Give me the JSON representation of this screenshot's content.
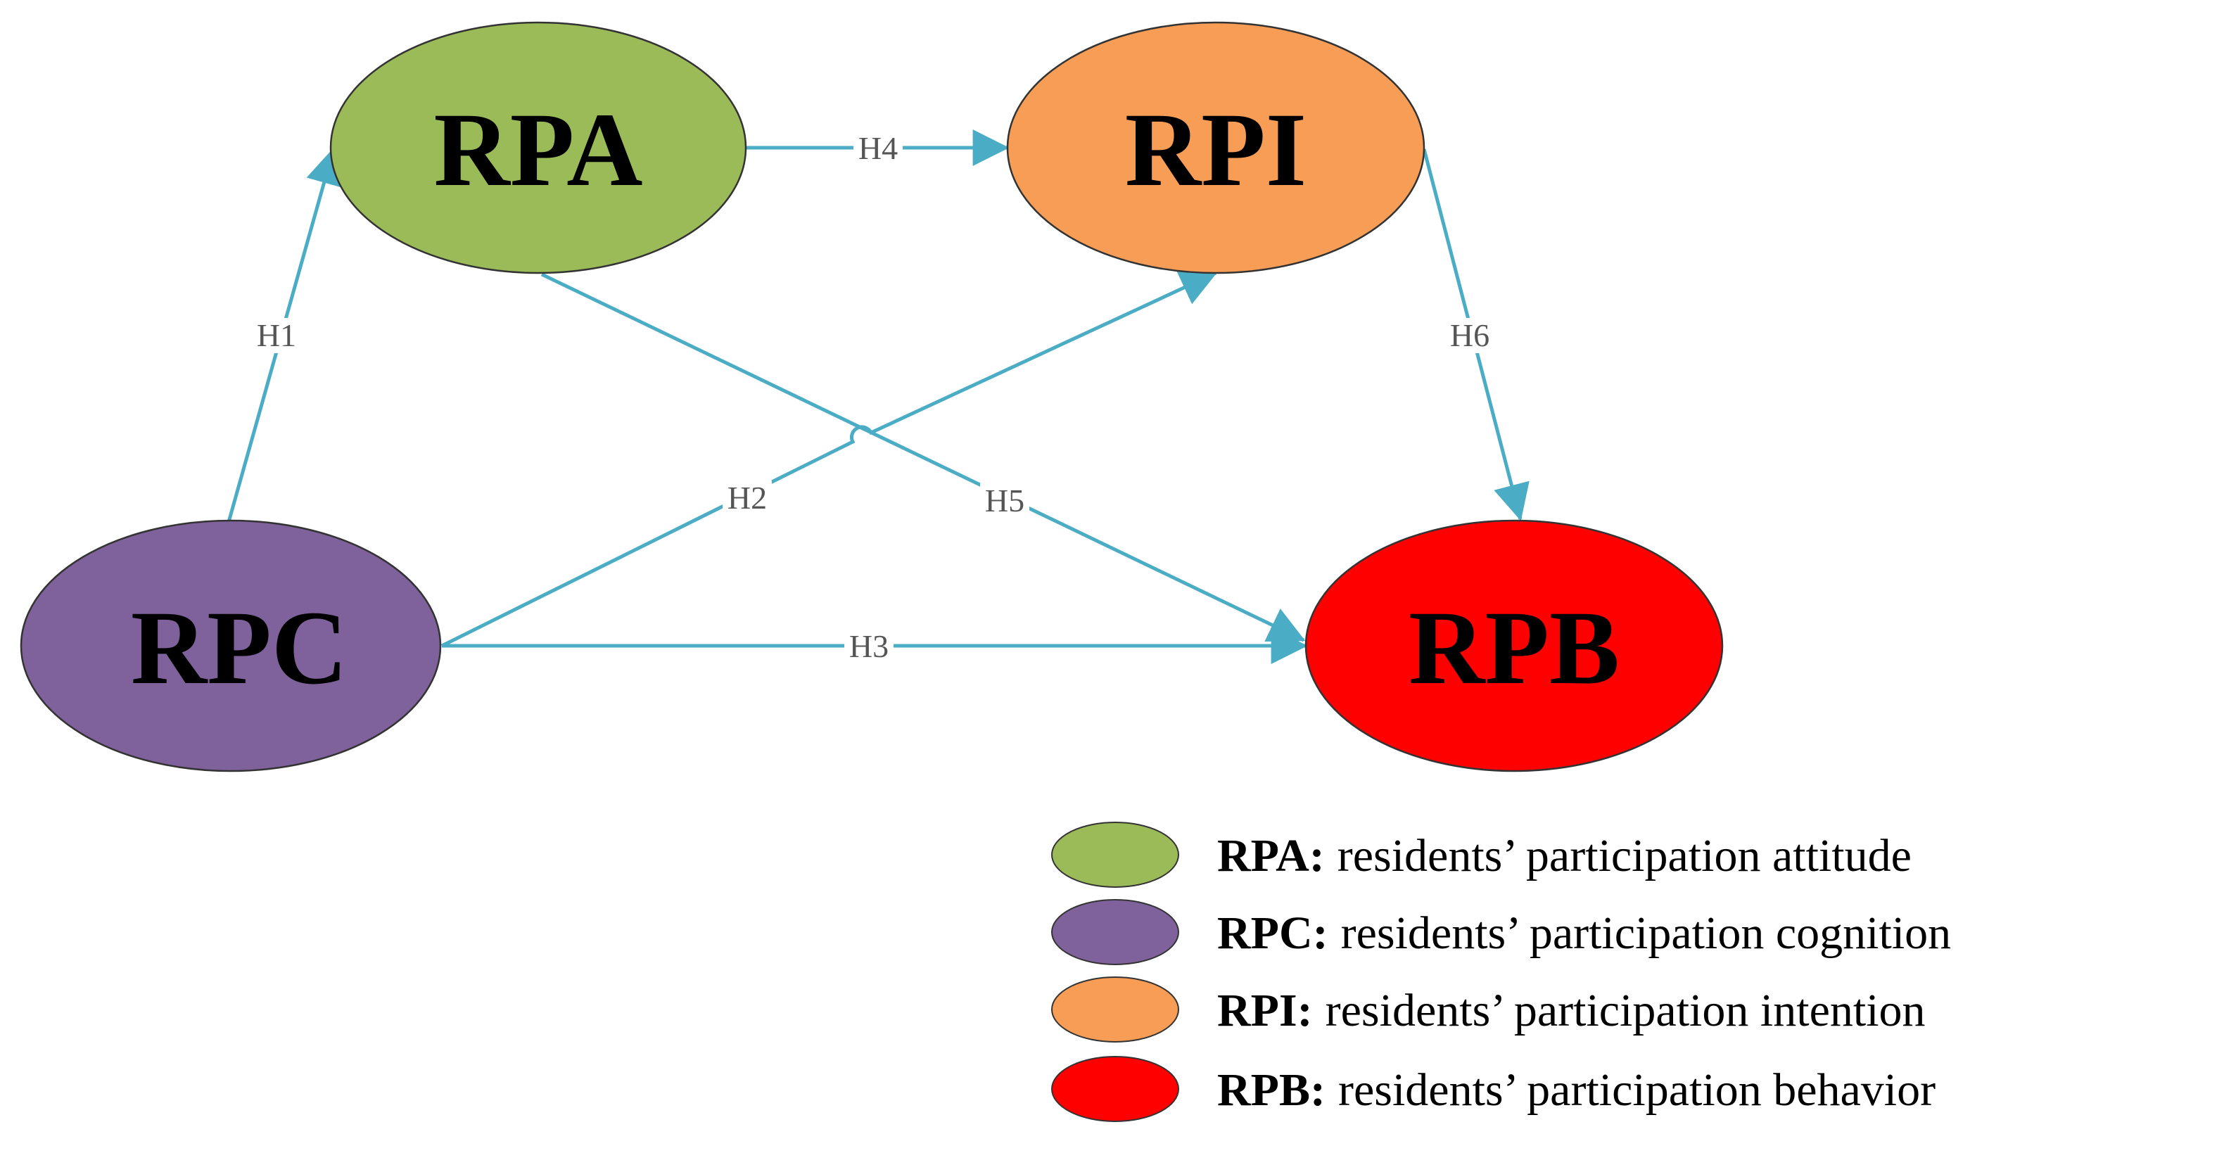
{
  "colors": {
    "arrow": "#4bacc6",
    "label_bg": "#ffffff",
    "node_stroke": "#333333"
  },
  "nodes": {
    "rpa": {
      "label": "RPA",
      "fill": "#9bbb59"
    },
    "rpi": {
      "label": "RPI",
      "fill": "#f79d56"
    },
    "rpc": {
      "label": "RPC",
      "fill": "#7f629b"
    },
    "rpb": {
      "label": "RPB",
      "fill": "#ff0000"
    }
  },
  "edges": [
    {
      "id": "h1",
      "label": "H1",
      "from": "RPC",
      "to": "RPA"
    },
    {
      "id": "h2",
      "label": "H2",
      "from": "RPC",
      "to": "RPI"
    },
    {
      "id": "h3",
      "label": "H3",
      "from": "RPC",
      "to": "RPB"
    },
    {
      "id": "h4",
      "label": "H4",
      "from": "RPA",
      "to": "RPI"
    },
    {
      "id": "h5",
      "label": "H5",
      "from": "RPA",
      "to": "RPB"
    },
    {
      "id": "h6",
      "label": "H6",
      "from": "RPI",
      "to": "RPB"
    }
  ],
  "legend": [
    {
      "key": "RPA:",
      "desc": "residents’  participation attitude",
      "fill": "#9bbb59"
    },
    {
      "key": "RPC:",
      "desc": "residents’  participation cognition",
      "fill": "#7f629b"
    },
    {
      "key": "RPI:",
      "desc": "residents’  participation intention",
      "fill": "#f79d56"
    },
    {
      "key": "RPB:",
      "desc": "residents’  participation behavior",
      "fill": "#ff0000"
    }
  ]
}
